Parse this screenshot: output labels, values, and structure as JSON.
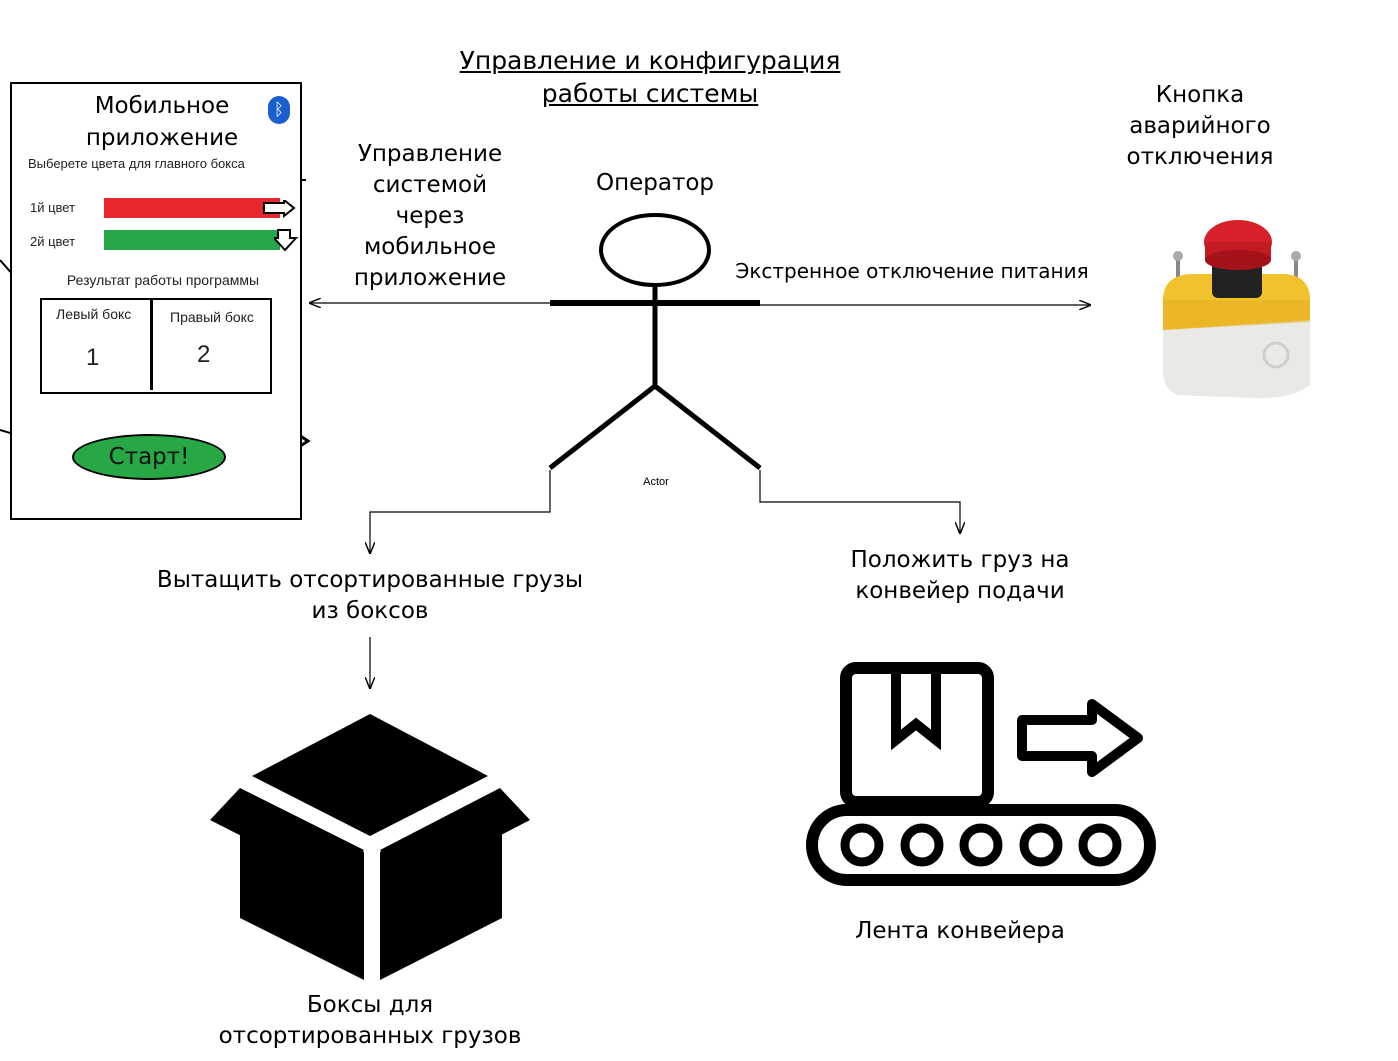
{
  "title": {
    "line1": "Управление и конфигурация",
    "line2": "работы системы"
  },
  "operator": {
    "label": "Оператор",
    "actor_caption": "Actor"
  },
  "mobile_app": {
    "title_line1": "Мобильное",
    "title_line2": "приложение",
    "subtitle": "Выберете цвета для главного бокса",
    "colors": [
      {
        "label": "1й цвет",
        "color": "#e8272f"
      },
      {
        "label": "2й цвет",
        "color": "#26a74a"
      }
    ],
    "result_title": "Результат работы программы",
    "left_box": {
      "label": "Левый бокс",
      "value": "1"
    },
    "right_box": {
      "label": "Правый бокс",
      "value": "2"
    },
    "start_button": "Старт!"
  },
  "control_label": {
    "line1": "Управление",
    "line2": "системой",
    "line3": "через",
    "line4": "мобильное",
    "line5": "приложение"
  },
  "emergency": {
    "arrow_label": "Экстренное отключение питания",
    "button_line1": "Кнопка",
    "button_line2": "аварийного",
    "button_line3": "отключения"
  },
  "pull_label": {
    "line1": "Вытащить отсортированные грузы",
    "line2": "из боксов"
  },
  "put_label": {
    "line1": "Положить груз на",
    "line2": "конвейер подачи"
  },
  "boxes_label": {
    "line1": "Боксы для",
    "line2": "отсортированных грузов"
  },
  "conveyor_label": "Лента конвейера",
  "icons": [
    "bluetooth-icon",
    "emergency-stop-icon",
    "open-box-icon",
    "conveyor-icon",
    "down-arrow-icon"
  ]
}
